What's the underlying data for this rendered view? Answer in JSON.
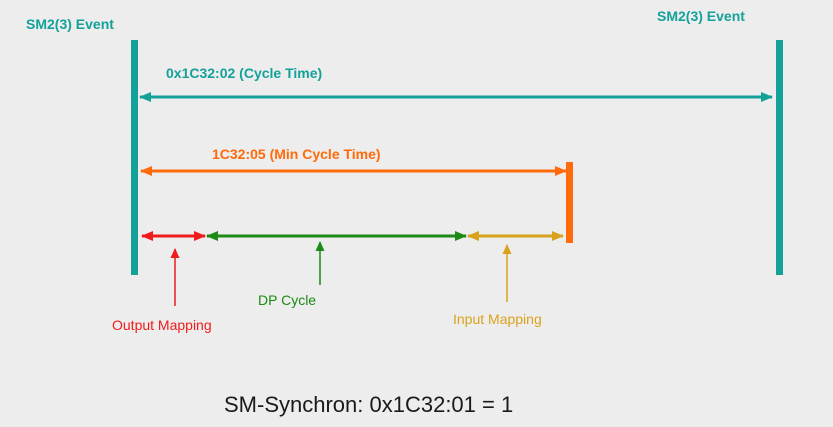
{
  "colors": {
    "background": "#ededed",
    "teal": "#13a19a",
    "orange": "#ff6a0a",
    "red": "#ee1c1c",
    "green": "#1c8a14",
    "gold": "#d9a21d",
    "text_dark": "#1a1a1a"
  },
  "labels": {
    "sm_event_left": "SM2(3) Event",
    "sm_event_right": "SM2(3) Event",
    "cycle_time": "0x1C32:02 (Cycle Time)",
    "min_cycle_time": "1C32:05 (Min Cycle Time)",
    "output_mapping": "Output Mapping",
    "dp_cycle": "DP Cycle",
    "input_mapping": "Input Mapping",
    "caption": "SM-Synchron: 0x1C32:01 = 1"
  }
}
